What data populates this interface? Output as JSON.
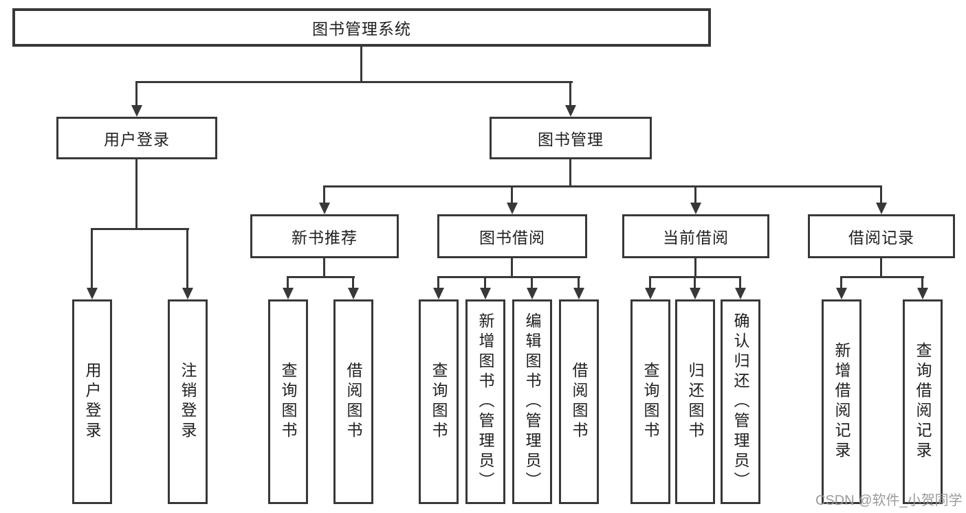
{
  "diagram": {
    "root": {
      "label": "图书管理系统"
    },
    "level2": [
      {
        "label": "用户登录"
      },
      {
        "label": "图书管理"
      }
    ],
    "level3": [
      {
        "label": "新书推荐",
        "parent": "图书管理"
      },
      {
        "label": "图书借阅",
        "parent": "图书管理"
      },
      {
        "label": "当前借阅",
        "parent": "图书管理"
      },
      {
        "label": "借阅记录",
        "parent": "图书管理"
      }
    ],
    "leaves": [
      {
        "label": "用户登录",
        "parent": "用户登录"
      },
      {
        "label": "注销登录",
        "parent": "用户登录"
      },
      {
        "label": "查询图书",
        "parent": "新书推荐"
      },
      {
        "label": "借阅图书",
        "parent": "新书推荐"
      },
      {
        "label": "查询图书",
        "parent": "图书借阅"
      },
      {
        "label": "新增图书（管理员）",
        "parent": "图书借阅"
      },
      {
        "label": "编辑图书（管理员）",
        "parent": "图书借阅"
      },
      {
        "label": "借阅图书",
        "parent": "图书借阅"
      },
      {
        "label": "查询图书",
        "parent": "当前借阅"
      },
      {
        "label": "归还图书",
        "parent": "当前借阅"
      },
      {
        "label": "确认归还（管理员）",
        "parent": "当前借阅"
      },
      {
        "label": "新增借阅记录",
        "parent": "借阅记录"
      },
      {
        "label": "查询借阅记录",
        "parent": "借阅记录"
      }
    ]
  },
  "watermark": "CSDN @软件_小贺同学",
  "colors": {
    "line": "#383838",
    "box_background": "#ffffff",
    "text": "#1f1f1f",
    "watermark": "#969696"
  }
}
